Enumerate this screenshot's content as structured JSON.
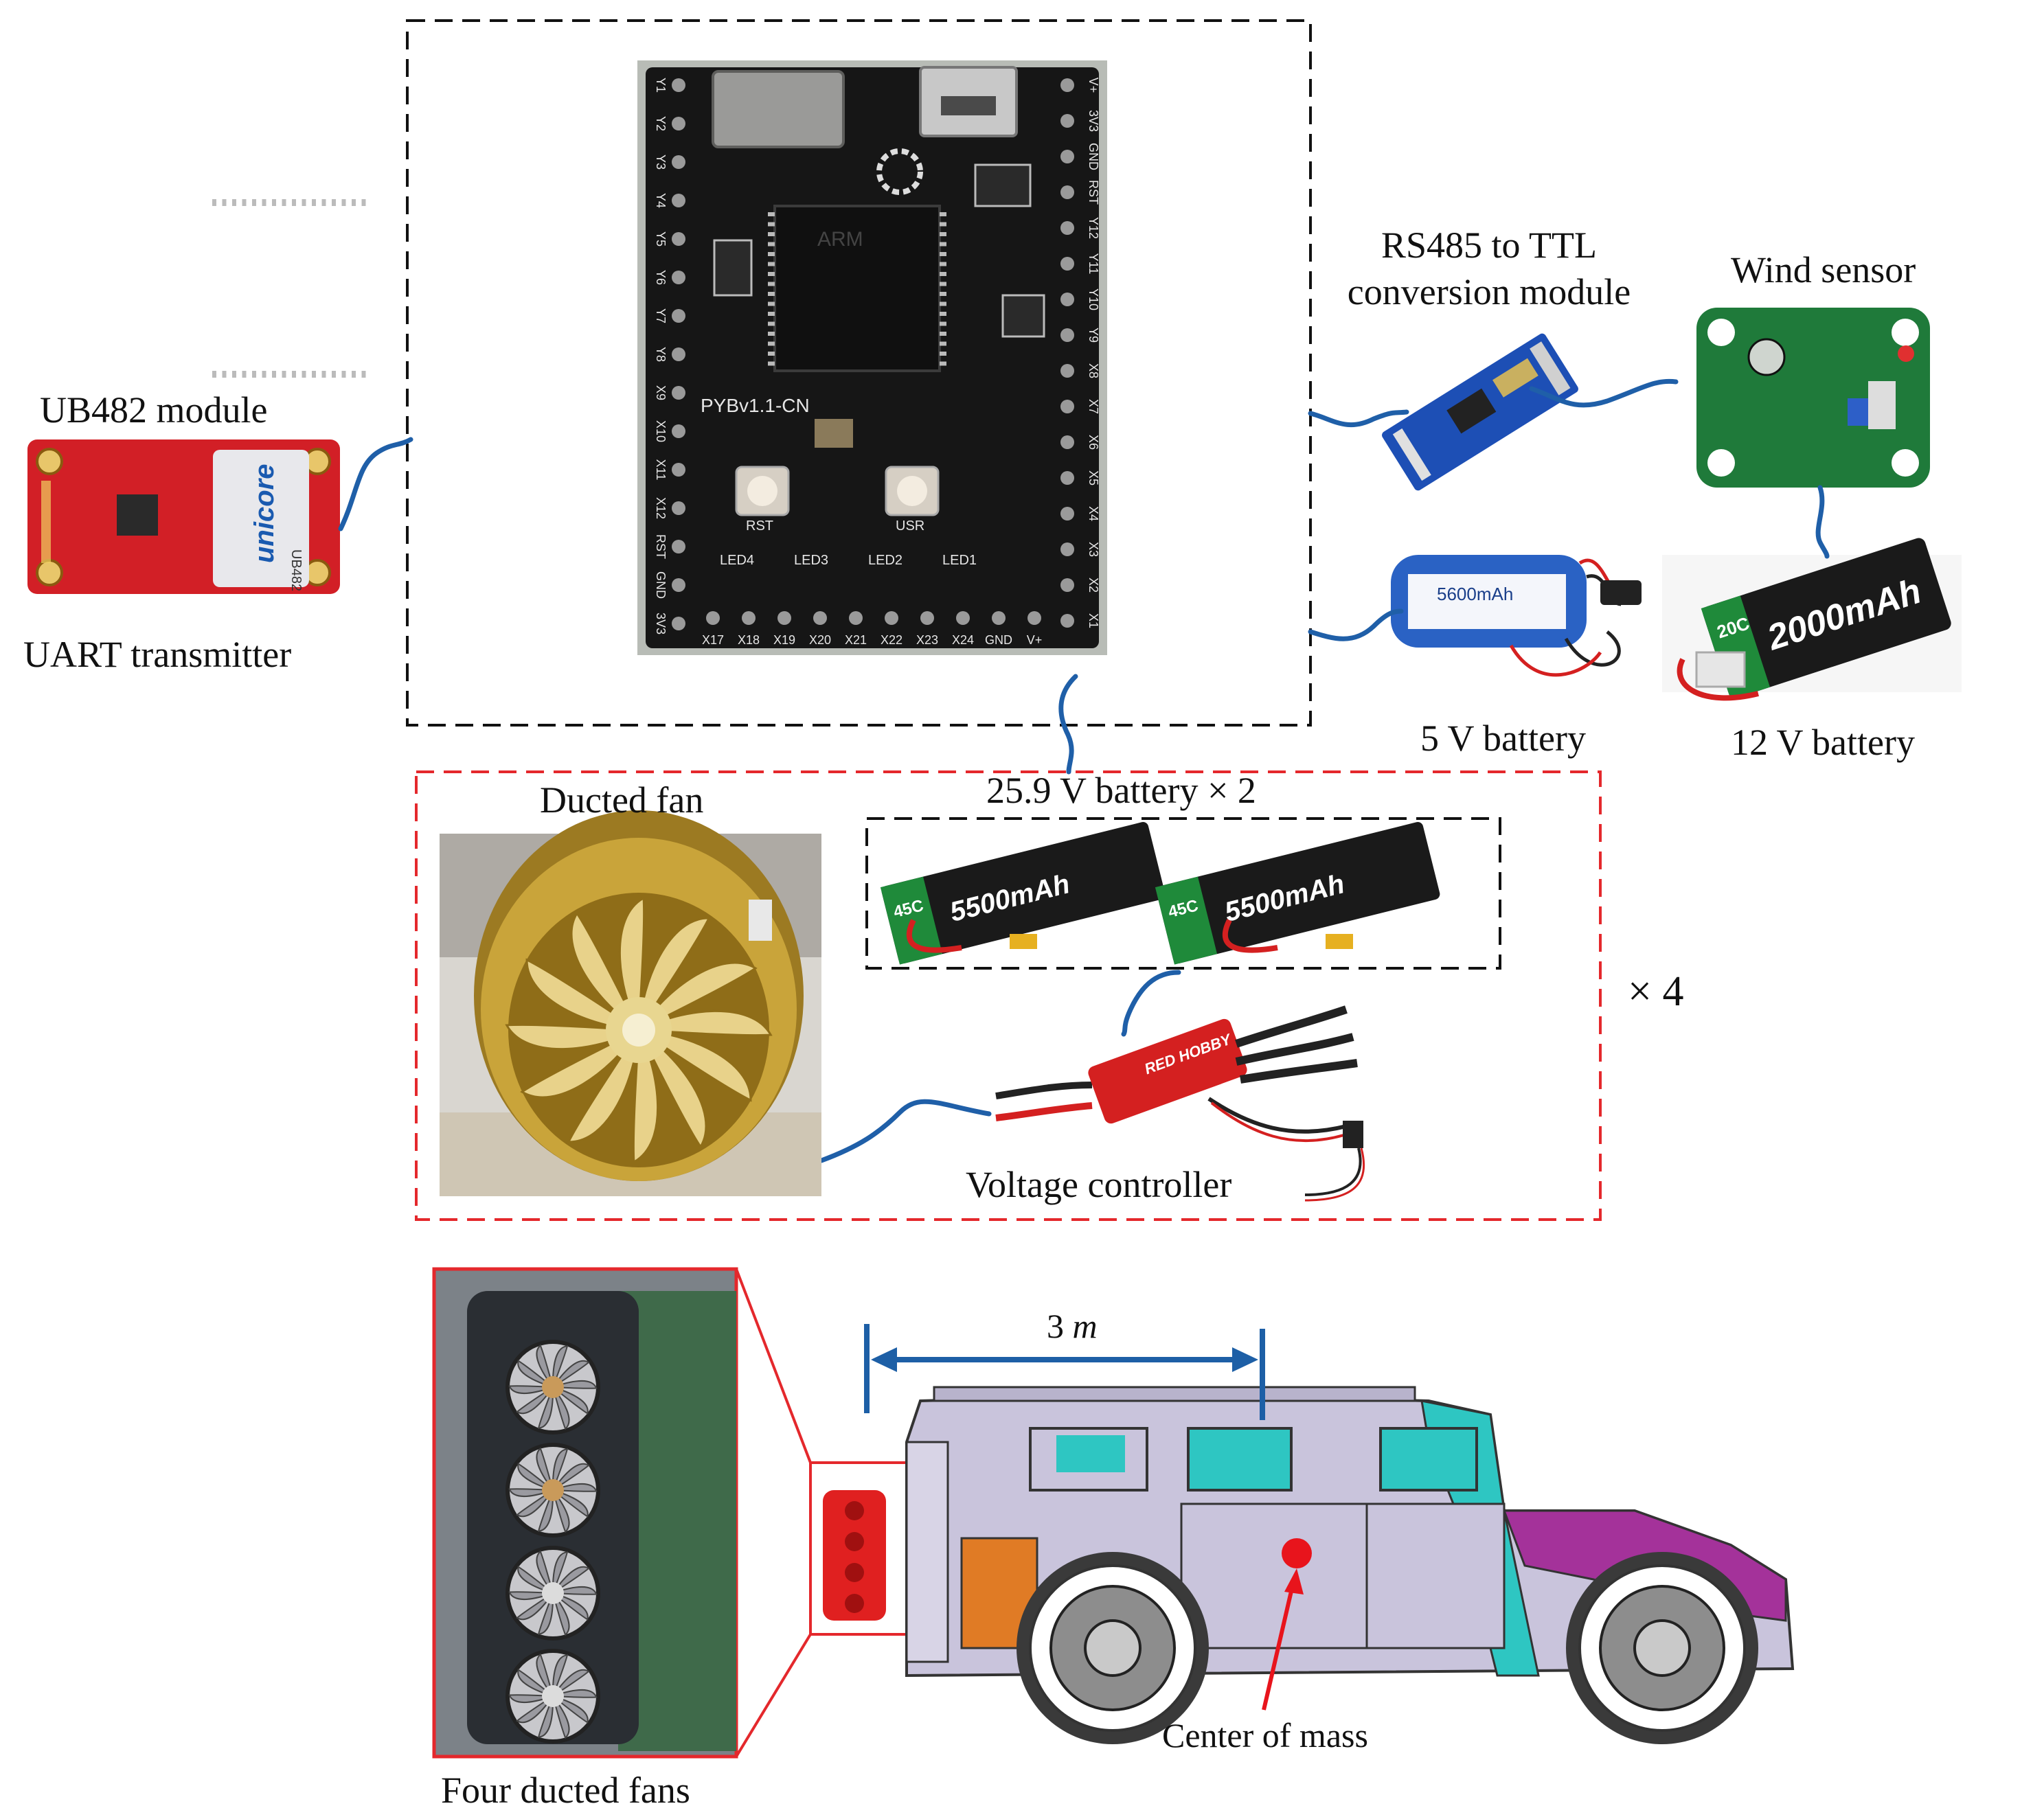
{
  "labels": {
    "ub482": "UB482 module",
    "uart": "UART transmitter",
    "rs485": "RS485 to TTL\nconversion module",
    "wind_sensor": "Wind sensor",
    "battery_5v": "5 V battery",
    "battery_12v": "12 V battery",
    "battery_25v": "25.9 V battery × 2",
    "ducted_fan": "Ducted fan",
    "voltage_controller": "Voltage controller",
    "times_four": "× 4",
    "four_fans": "Four ducted fans",
    "distance_value": "3",
    "distance_unit": "m",
    "center_of_mass": "Center of mass"
  },
  "board": {
    "silkscreen": "PYBv1.1-CN",
    "chip_text": "ARM",
    "left_pins": [
      "Y1",
      "Y2",
      "Y3",
      "Y4",
      "Y5",
      "Y6",
      "Y7",
      "Y8",
      "X9",
      "X10",
      "X11",
      "X12",
      "RST",
      "GND",
      "3V3"
    ],
    "right_pins": [
      "V+",
      "3V3",
      "GND",
      "RST",
      "Y12",
      "Y11",
      "Y10",
      "Y9",
      "X8",
      "X7",
      "X6",
      "X5",
      "X4",
      "X3",
      "X2",
      "X1"
    ],
    "bottom_pins": [
      "X17",
      "X18",
      "X19",
      "X20",
      "X21",
      "X22",
      "X23",
      "X24",
      "GND",
      "V+"
    ],
    "buttons": [
      "RST",
      "USR"
    ],
    "leds": [
      "LED4",
      "LED3",
      "LED2",
      "LED1"
    ]
  },
  "ub482_board": {
    "brand": "unicore",
    "model": "UB482"
  },
  "batteries": {
    "small_capacity": "5600mAh",
    "v12_capacity": "2000mAh",
    "v12_rate": "20C",
    "v25_capacity": "5500mAh",
    "v25_rate": "45C"
  },
  "esc_brand": "RED HOBBY",
  "colors": {
    "black_box": "#111111",
    "red_box": "#e4282c",
    "wire": "#1f5fa8",
    "dimension": "#1d5fa6",
    "pcb_red": "#d21f26",
    "pcb_green": "#1f7a3a",
    "pcb_black": "#161616",
    "gold": "#c9a43a",
    "battery_blue": "#2a62c4",
    "vehicle_body": "#c9c4dc",
    "vehicle_cyan": "#2ec6c2",
    "vehicle_magenta": "#a4329a",
    "vehicle_orange": "#e07b25",
    "com_dot": "#e8141c"
  }
}
